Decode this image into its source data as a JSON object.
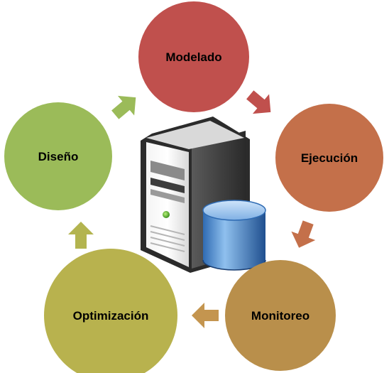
{
  "diagram": {
    "nodes": [
      {
        "id": "modelado",
        "label": "Modelado",
        "color": "#c0504d"
      },
      {
        "id": "ejecucion",
        "label": "Ejecución",
        "color": "#c4704a"
      },
      {
        "id": "monitoreo",
        "label": "Monitoreo",
        "color": "#b98f4b"
      },
      {
        "id": "optimizacion",
        "label": "Optimización",
        "color": "#b8b24e"
      },
      {
        "id": "diseno",
        "label": "Diseño",
        "color": "#9bbb59"
      }
    ],
    "arrows": [
      {
        "from": "diseno",
        "to": "modelado",
        "color": "#9bbb59"
      },
      {
        "from": "modelado",
        "to": "ejecucion",
        "color": "#c0504d"
      },
      {
        "from": "ejecucion",
        "to": "monitoreo",
        "color": "#c4704a"
      },
      {
        "from": "monitoreo",
        "to": "optimizacion",
        "color": "#c4954f"
      },
      {
        "from": "optimizacion",
        "to": "diseno",
        "color": "#b3b44f"
      }
    ],
    "center_icon": "server-database-icon"
  }
}
